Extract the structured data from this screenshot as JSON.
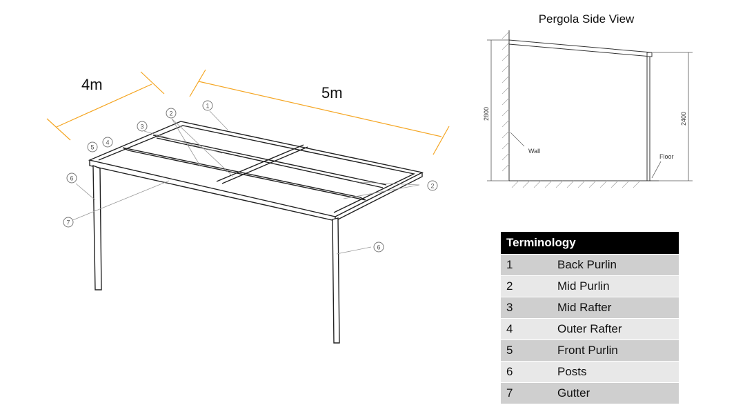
{
  "dimensions": {
    "width_label": "4m",
    "length_label": "5m"
  },
  "side_view": {
    "title": "Pergola Side View",
    "wall_height": "2800",
    "post_height": "2400",
    "wall_label": "Wall",
    "floor_label": "Floor"
  },
  "callouts": [
    "1",
    "2",
    "3",
    "4",
    "5",
    "6",
    "7"
  ],
  "terminology": {
    "header": "Terminology",
    "rows": [
      {
        "num": "1",
        "term": "Back Purlin"
      },
      {
        "num": "2",
        "term": "Mid Purlin"
      },
      {
        "num": "3",
        "term": "Mid Rafter"
      },
      {
        "num": "4",
        "term": "Outer Rafter"
      },
      {
        "num": "5",
        "term": "Front Purlin"
      },
      {
        "num": "6",
        "term": "Posts"
      },
      {
        "num": "7",
        "term": "Gutter"
      }
    ]
  },
  "colors": {
    "dimension_line": "#f5a623",
    "frame": "#222222",
    "table_header": "#000000"
  }
}
